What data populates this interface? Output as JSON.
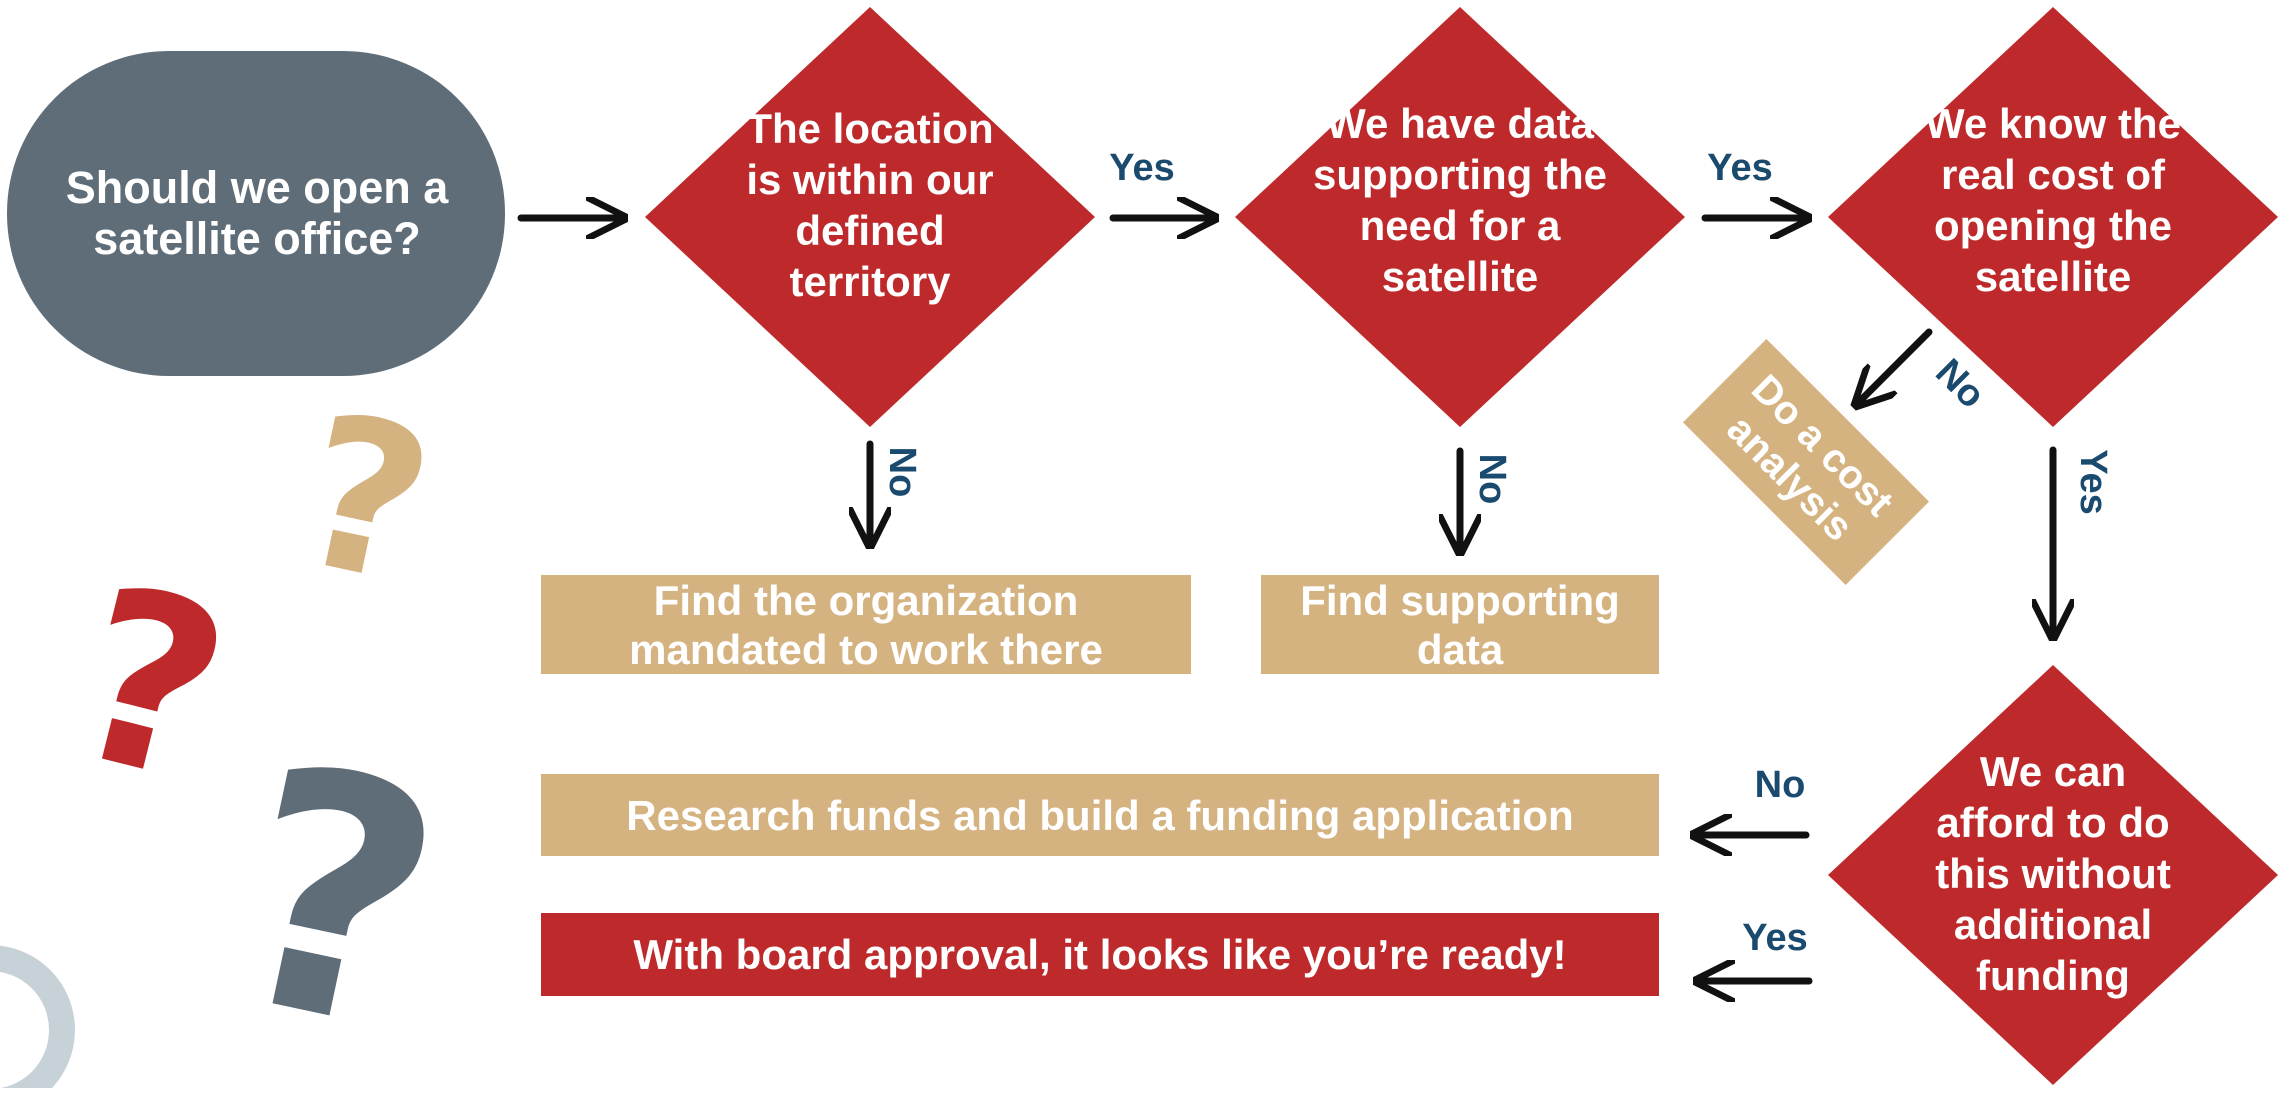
{
  "start": {
    "text": "Should we open a satellite office?"
  },
  "decisions": {
    "territory": "The location is within our defined territory",
    "data": "We have data supporting the need for a satellite",
    "cost": "We know the real cost of opening the satellite",
    "afford": "We can afford to do this without additional funding"
  },
  "outcomes": {
    "find_org": "Find the organization mandated to work there",
    "find_data": "Find supporting data",
    "cost_analysis": "Do a cost analysis",
    "research_funds": "Research funds and build a funding application",
    "ready": "With board approval, it looks like you’re ready!"
  },
  "labels": {
    "yes_1": "Yes",
    "yes_2": "Yes",
    "yes_3": "Yes",
    "yes_4": "Yes",
    "no_1": "No",
    "no_2": "No",
    "no_3": "No",
    "no_4": "No"
  },
  "decor": {
    "question_mark": "?"
  },
  "colors": {
    "slate": "#5f6d78",
    "red": "#be2a2b",
    "tan": "#d5b381",
    "navy": "#1a4a6e",
    "arrow": "#111111",
    "ring": "#c7d1d8"
  }
}
